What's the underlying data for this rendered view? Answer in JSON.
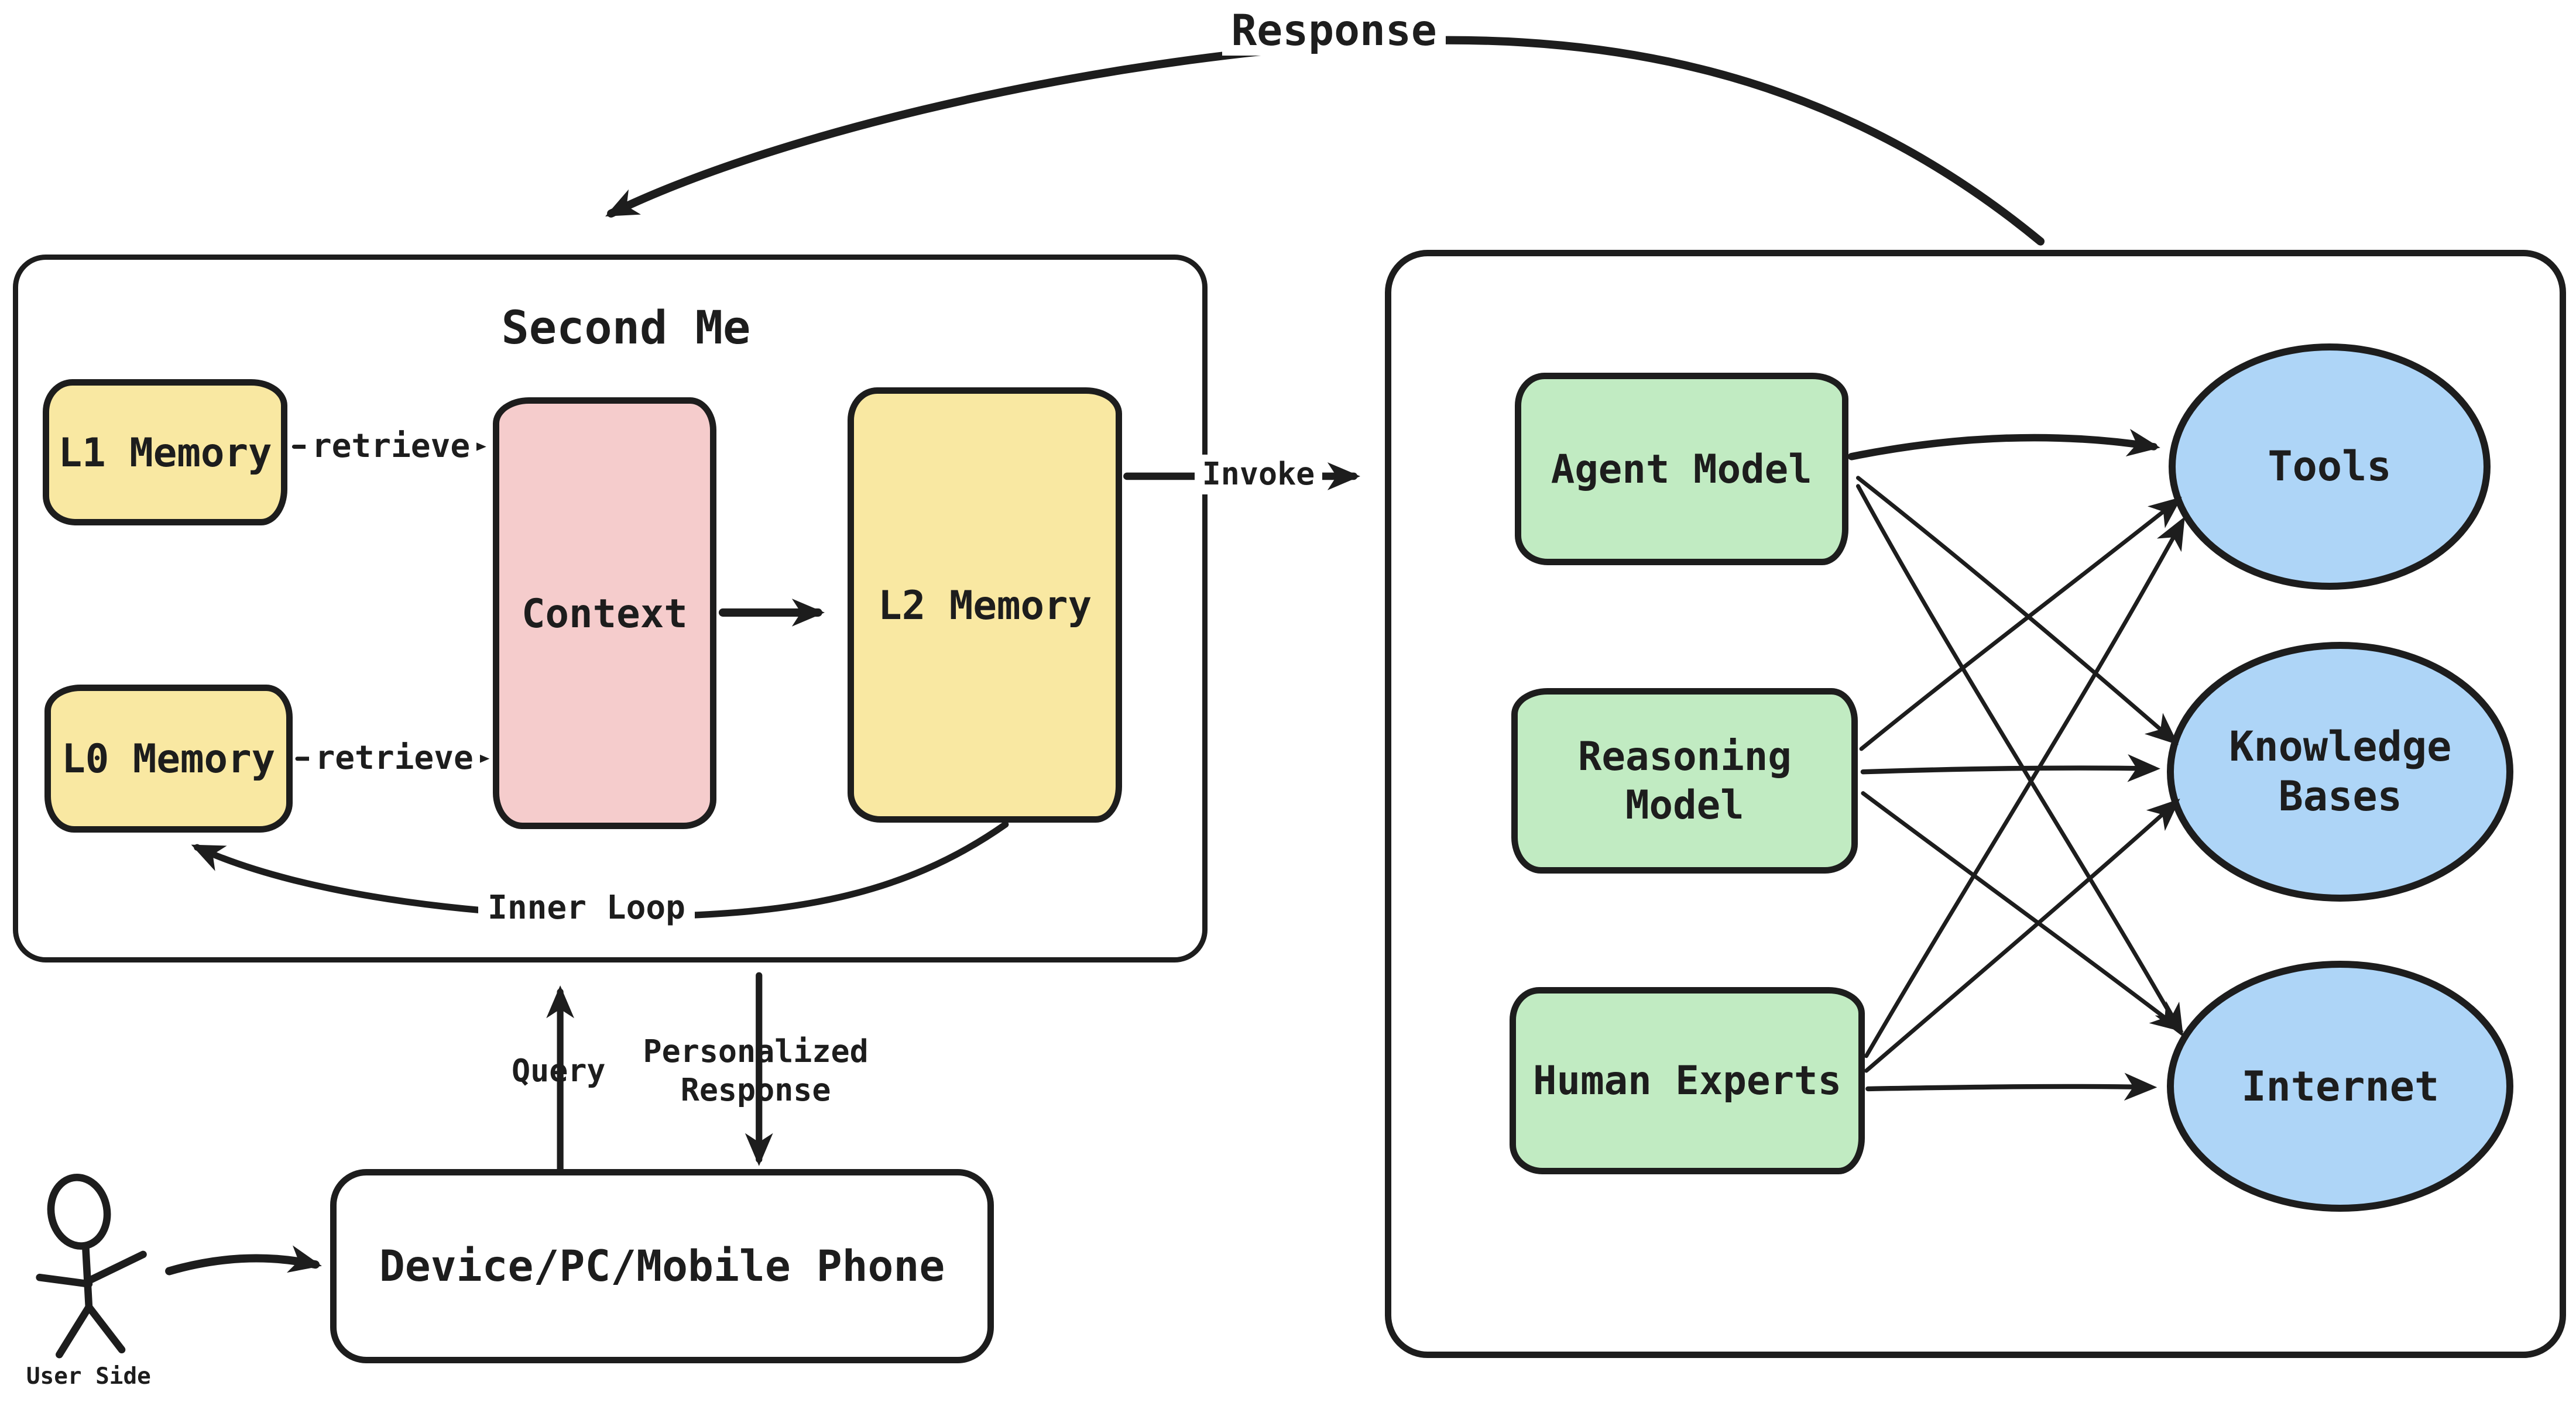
{
  "colors": {
    "ink": "#1d1d1d",
    "memory_yellow": "#f9e8a2",
    "context_pink": "#f5cccc",
    "model_green": "#c1ebc2",
    "resource_blue": "#aed5f7",
    "background": "#ffffff"
  },
  "outer": {
    "response_label": "Response",
    "invoke_label": "Invoke",
    "query_label": "Query",
    "personalized_response_label": "Personalized Response",
    "user_side_label": "User Side",
    "device_label": "Device/PC/Mobile Phone"
  },
  "second_me": {
    "title": "Second Me",
    "l1_memory_label": "L1 Memory",
    "l0_memory_label": "L0 Memory",
    "context_label": "Context",
    "l2_memory_label": "L2 Memory",
    "retrieve_l1_label": "retrieve",
    "retrieve_l0_label": "retrieve",
    "inner_loop_label": "Inner Loop"
  },
  "right_panel": {
    "agent_model_label": "Agent Model",
    "reasoning_model_label": "Reasoning Model",
    "human_experts_label": "Human Experts",
    "tools_label": "Tools",
    "knowledge_bases_label": "Knowledge Bases",
    "internet_label": "Internet"
  },
  "edges": [
    {
      "from": "right-panel",
      "to": "second-me",
      "label": "Response"
    },
    {
      "from": "second-me",
      "to": "right-panel",
      "label": "Invoke"
    },
    {
      "from": "l1-memory",
      "to": "context",
      "label": "retrieve"
    },
    {
      "from": "l0-memory",
      "to": "context",
      "label": "retrieve"
    },
    {
      "from": "context",
      "to": "l2-memory",
      "label": ""
    },
    {
      "from": "l2-memory",
      "to": "l0-memory",
      "label": "Inner Loop"
    },
    {
      "from": "device",
      "to": "second-me",
      "label": "Query"
    },
    {
      "from": "second-me",
      "to": "device",
      "label": "Personalized Response"
    },
    {
      "from": "user",
      "to": "device",
      "label": ""
    },
    {
      "from": "agent-model",
      "to": "tools",
      "label": ""
    },
    {
      "from": "agent-model",
      "to": "knowledge-bases",
      "label": ""
    },
    {
      "from": "agent-model",
      "to": "internet",
      "label": ""
    },
    {
      "from": "reasoning-model",
      "to": "tools",
      "label": ""
    },
    {
      "from": "reasoning-model",
      "to": "knowledge-bases",
      "label": ""
    },
    {
      "from": "reasoning-model",
      "to": "internet",
      "label": ""
    },
    {
      "from": "human-experts",
      "to": "tools",
      "label": ""
    },
    {
      "from": "human-experts",
      "to": "knowledge-bases",
      "label": ""
    },
    {
      "from": "human-experts",
      "to": "internet",
      "label": ""
    }
  ]
}
